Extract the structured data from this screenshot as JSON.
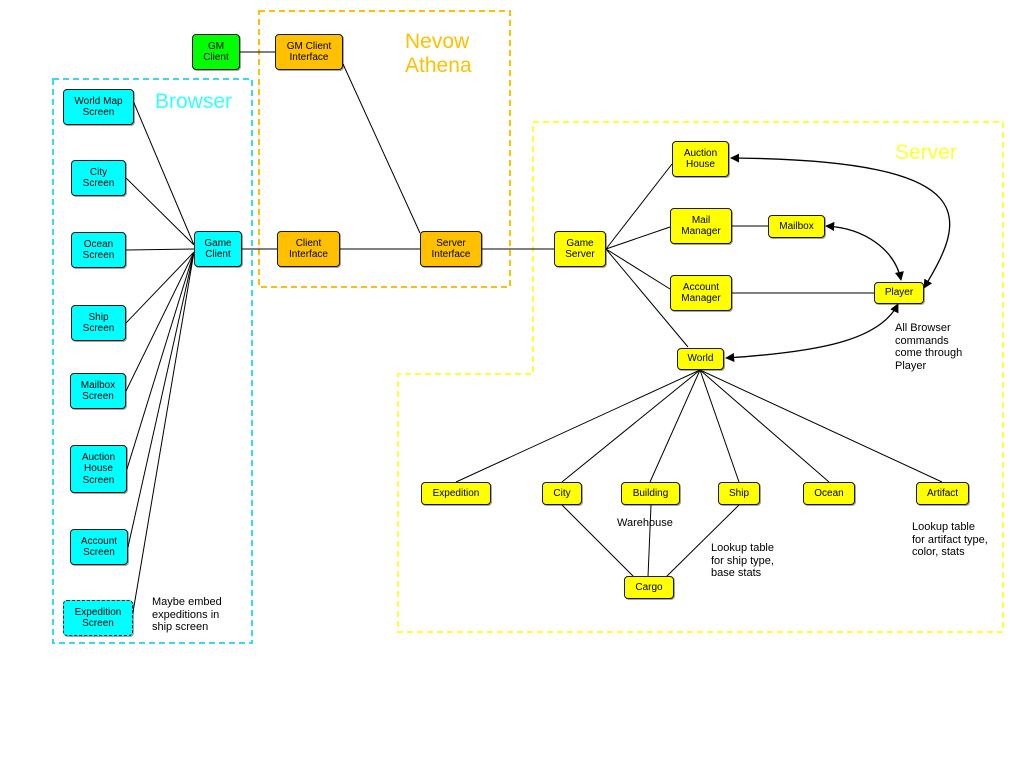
{
  "colors": {
    "browser": "#00FFFF",
    "gm": "#00FF00",
    "athena": "#FFC000",
    "server": "#FFFF00",
    "browser_title": "#33FFFF",
    "athena_title": "#FFC000",
    "server_title": "#FFFF33"
  },
  "regions": {
    "browser": "Browser",
    "athena": "Nevow\nAthena",
    "server": "Server"
  },
  "nodes": {
    "world_map_screen": "World Map\nScreen",
    "city_screen": "City\nScreen",
    "ocean_screen": "Ocean\nScreen",
    "ship_screen": "Ship\nScreen",
    "mailbox_screen": "Mailbox\nScreen",
    "auction_house_screen": "Auction\nHouse\nScreen",
    "account_screen": "Account\nScreen",
    "expedition_screen": "Expedition\nScreen",
    "game_client": "Game\nClient",
    "gm_client": "GM\nClient",
    "gm_client_interface": "GM Client\nInterface",
    "client_interface": "Client\nInterface",
    "server_interface": "Server\nInterface",
    "game_server": "Game\nServer",
    "auction_house": "Auction\nHouse",
    "mail_manager": "Mail\nManager",
    "mailbox": "Mailbox",
    "account_manager": "Account\nManager",
    "player": "Player",
    "world": "World",
    "expedition": "Expedition",
    "city": "City",
    "building": "Building",
    "ship": "Ship",
    "ocean": "Ocean",
    "artifact": "Artifact",
    "cargo": "Cargo"
  },
  "notes": {
    "expeditions": "Maybe embed\nexpeditions in\nship screen",
    "browser_commands": "All Browser\ncommands\ncome through\nPlayer",
    "warehouse": "Warehouse",
    "ship_lookup": "Lookup table\nfor ship type,\nbase stats",
    "artifact_lookup": "Lookup table\nfor artifact type,\ncolor, stats"
  }
}
